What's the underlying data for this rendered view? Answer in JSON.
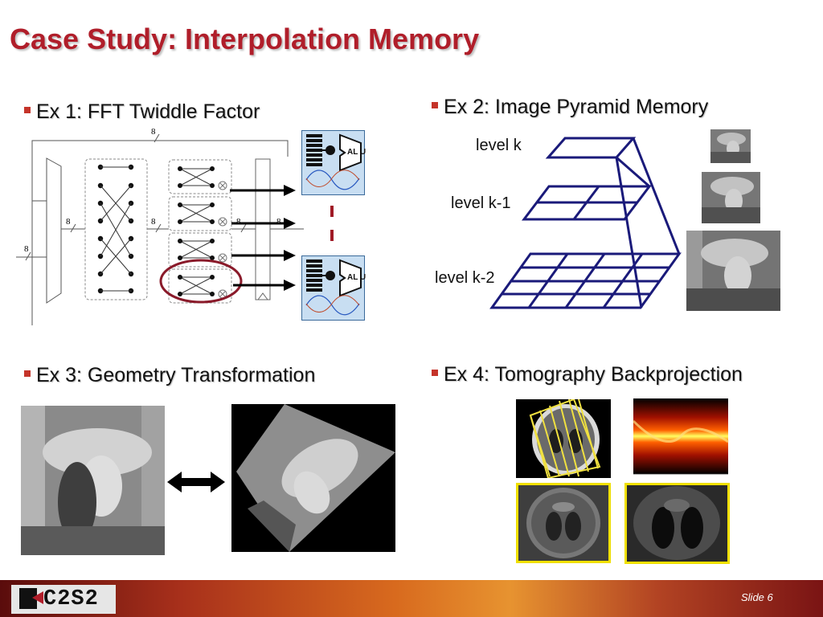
{
  "title": "Case Study: Interpolation Memory",
  "ex1": {
    "label": "Ex 1: FFT Twiddle Factor",
    "bus_widths": [
      "8",
      "8",
      "8",
      "8",
      "8",
      "8"
    ],
    "alu_label": "AL U"
  },
  "ex2": {
    "label": "Ex 2: Image Pyramid Memory",
    "levels": [
      "level k",
      "level k-1",
      "level k-2"
    ],
    "grid_color": "#1a1a7a"
  },
  "ex3": {
    "label": "Ex 3:  Geometry Transformation"
  },
  "ex4": {
    "label": "Ex 4: Tomography Backprojection"
  },
  "footer": {
    "logo": "C2S2",
    "slide": "Slide 6"
  },
  "colors": {
    "title": "#b01e2a",
    "bullet": "#c5342a",
    "highlight": "#8a1a2a",
    "alu_fill": "#c8def2"
  }
}
